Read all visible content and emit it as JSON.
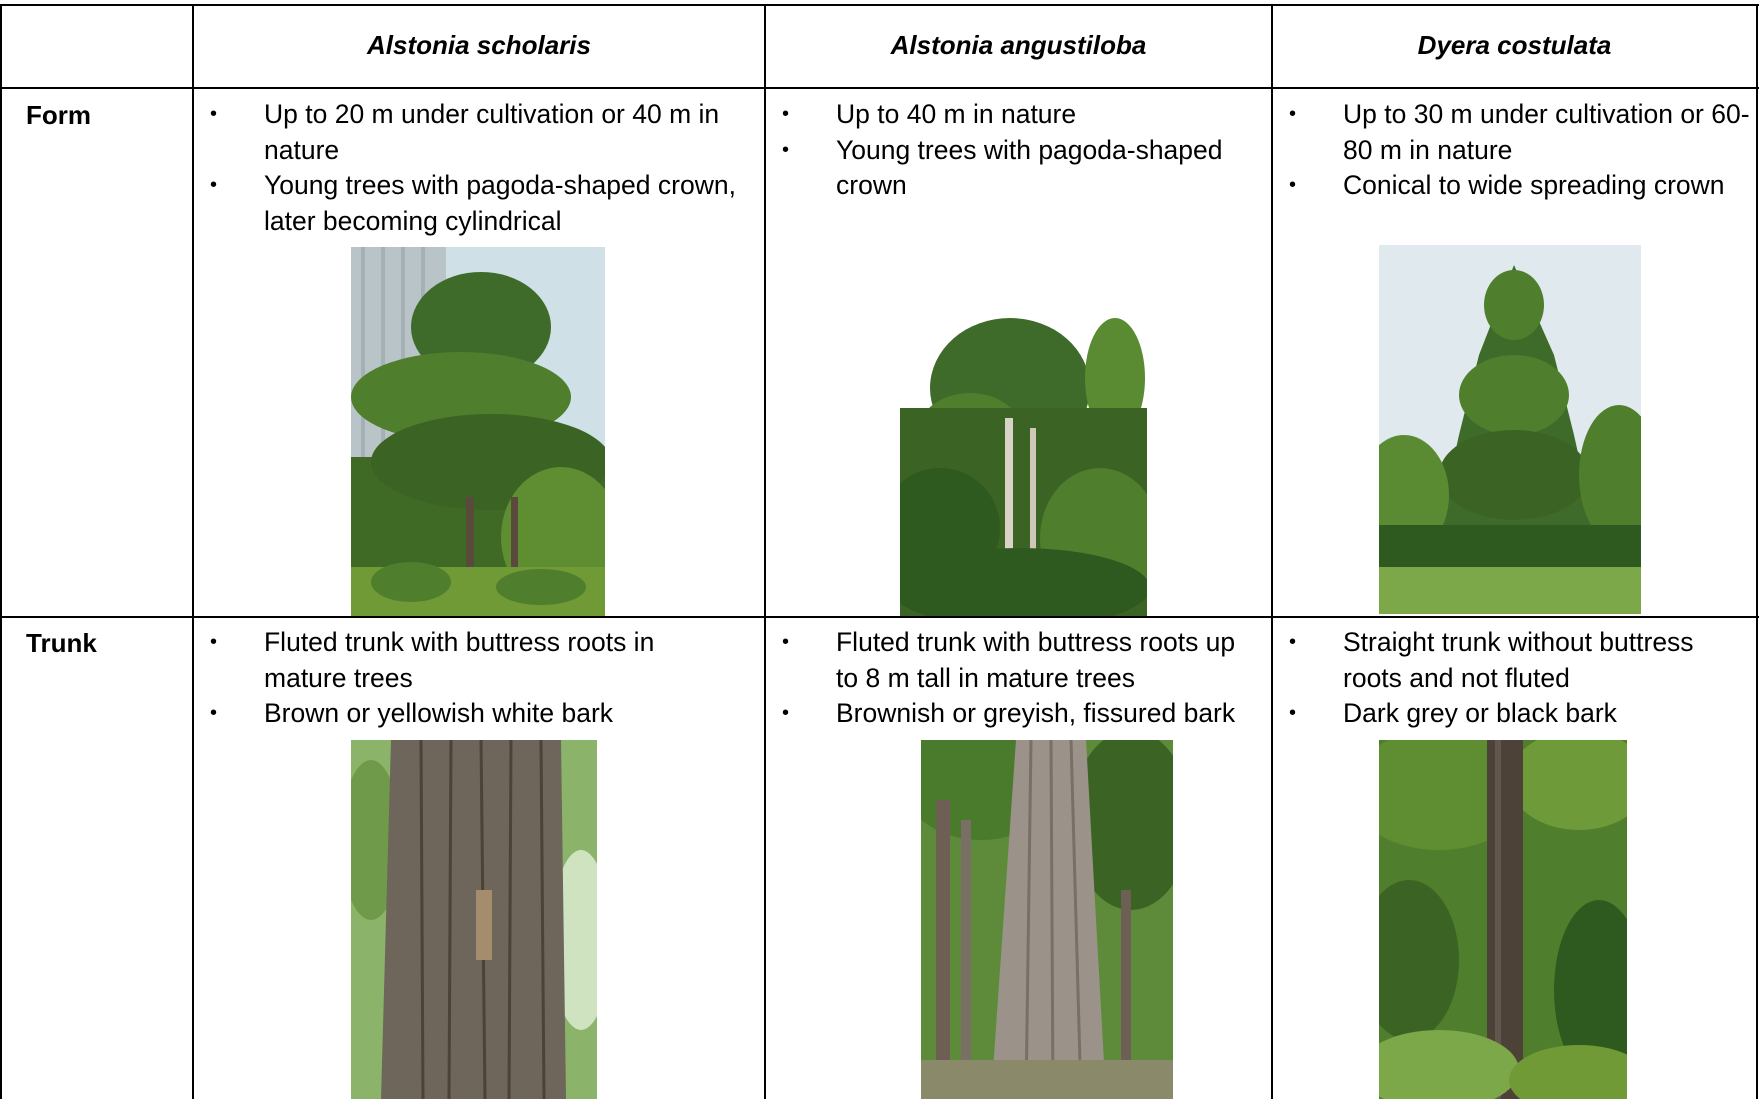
{
  "table": {
    "species": [
      "Alstonia scholaris",
      "Alstonia angustiloba",
      "Dyera costulata"
    ],
    "rows": [
      {
        "label": "Form",
        "cells": [
          {
            "bullets": [
              "Up to 20 m under cultivation or 40 m in nature",
              "Young trees with pagoda-shaped crown, later becoming cylindrical"
            ],
            "photo_icon": "tree-form-photo"
          },
          {
            "bullets": [
              "Up to 40 m in nature",
              "Young trees with pagoda-shaped crown"
            ],
            "photo_icon": "tree-form-photo"
          },
          {
            "bullets": [
              "Up to 30 m under cultivation or 60-80 m in nature",
              "Conical to wide spreading crown"
            ],
            "photo_icon": "tree-form-photo"
          }
        ]
      },
      {
        "label": "Trunk",
        "cells": [
          {
            "bullets": [
              "Fluted trunk with buttress roots in mature trees",
              "Brown or yellowish white bark"
            ],
            "photo_icon": "trunk-photo"
          },
          {
            "bullets": [
              "Fluted trunk with buttress roots up to 8 m tall in mature trees",
              "Brownish or greyish, fissured bark"
            ],
            "photo_icon": "trunk-photo"
          },
          {
            "bullets": [
              "Straight trunk without buttress roots and not fluted",
              "Dark grey or black bark"
            ],
            "photo_icon": "trunk-photo"
          }
        ]
      }
    ]
  },
  "colors": {
    "border": "#000000",
    "foliage_dark": "#2f5a1f",
    "foliage_mid": "#4f7f2c",
    "foliage_light": "#7da84a",
    "bark_dark": "#4d4238",
    "bark_light": "#7a6f64",
    "sky": "#dfe9ee",
    "grass": "#6f9a35"
  }
}
